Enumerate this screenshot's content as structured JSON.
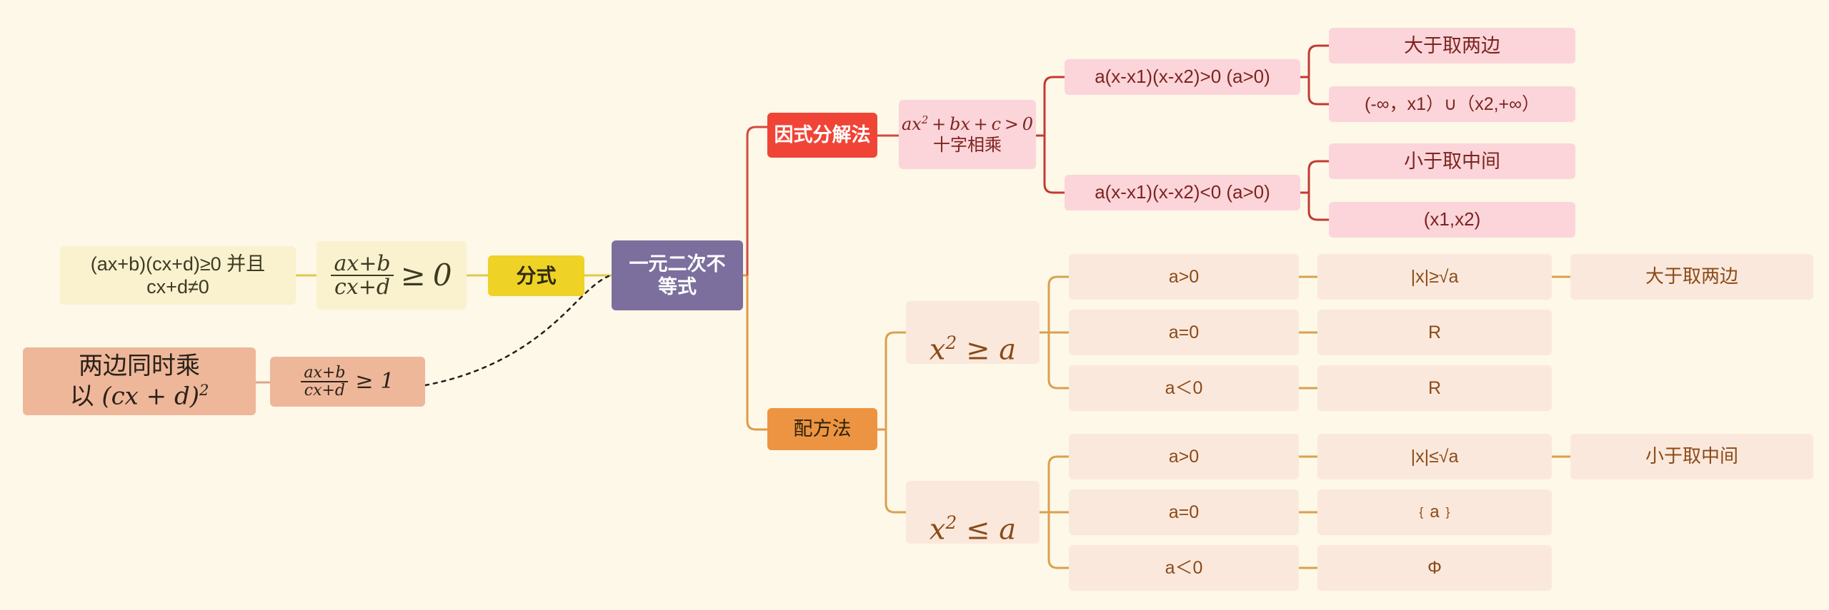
{
  "mindmap": {
    "background_color": "#fdf8e8",
    "root": {
      "label": "一元二次不\n等式",
      "color": "#7c6f9e"
    },
    "left_branch": {
      "fraction_node": {
        "label": "分式",
        "color": "#eed226"
      },
      "upper_chain": [
        {
          "label": "ax+b\ncx+d  ≥ 0",
          "plain": "(ax+b)/(cx+d) ≥ 0",
          "color": "#faf1cf"
        },
        {
          "label": "(ax+b)(cx+d)≥0 并且\ncx+d≠0",
          "color": "#faf1cf"
        }
      ],
      "lower_chain": [
        {
          "label": "ax+b\ncx+d  ≥ 1",
          "plain": "(ax+b)/(cx+d) ≥ 1",
          "color": "#eeb79a"
        },
        {
          "label": "两边同时乘以 (cx+d)²",
          "color": "#eeb79a"
        }
      ]
    },
    "right_branches": [
      {
        "title": "因式分解法",
        "color": "#f04436",
        "formula_node": {
          "label": "ax² + bx + c > 0十字相乘",
          "color": "#fbd5d9"
        },
        "cases": [
          {
            "condition": "a(x-x1)(x-x2)>0    (a>0)",
            "color": "#fbd5d9",
            "results": [
              "大于取两边",
              "(-∞，x1）∪（x2,+∞）"
            ]
          },
          {
            "condition": "a(x-x1)(x-x2)<0  (a>0)",
            "color": "#fbd5d9",
            "results": [
              "小于取中间",
              "(x1,x2)"
            ]
          }
        ]
      },
      {
        "title": "配方法",
        "color": "#ed9442",
        "groups": [
          {
            "expression": "x² ≥ a",
            "color": "#fbe8dc",
            "rows": [
              {
                "cond": "a>0",
                "result": "|x|≥√a",
                "tail": "大于取两边"
              },
              {
                "cond": "a=0",
                "result": "R",
                "tail": ""
              },
              {
                "cond": "a＜0",
                "result": "R",
                "tail": ""
              }
            ]
          },
          {
            "expression": "x² ≤ a",
            "color": "#fbe8dc",
            "rows": [
              {
                "cond": "a>0",
                "result": "|x|≤√a",
                "tail": "小于取中间"
              },
              {
                "cond": "a=0",
                "result": "﹛a﹜",
                "tail": ""
              },
              {
                "cond": "a＜0",
                "result": "Φ",
                "tail": ""
              }
            ]
          }
        ]
      }
    ]
  }
}
